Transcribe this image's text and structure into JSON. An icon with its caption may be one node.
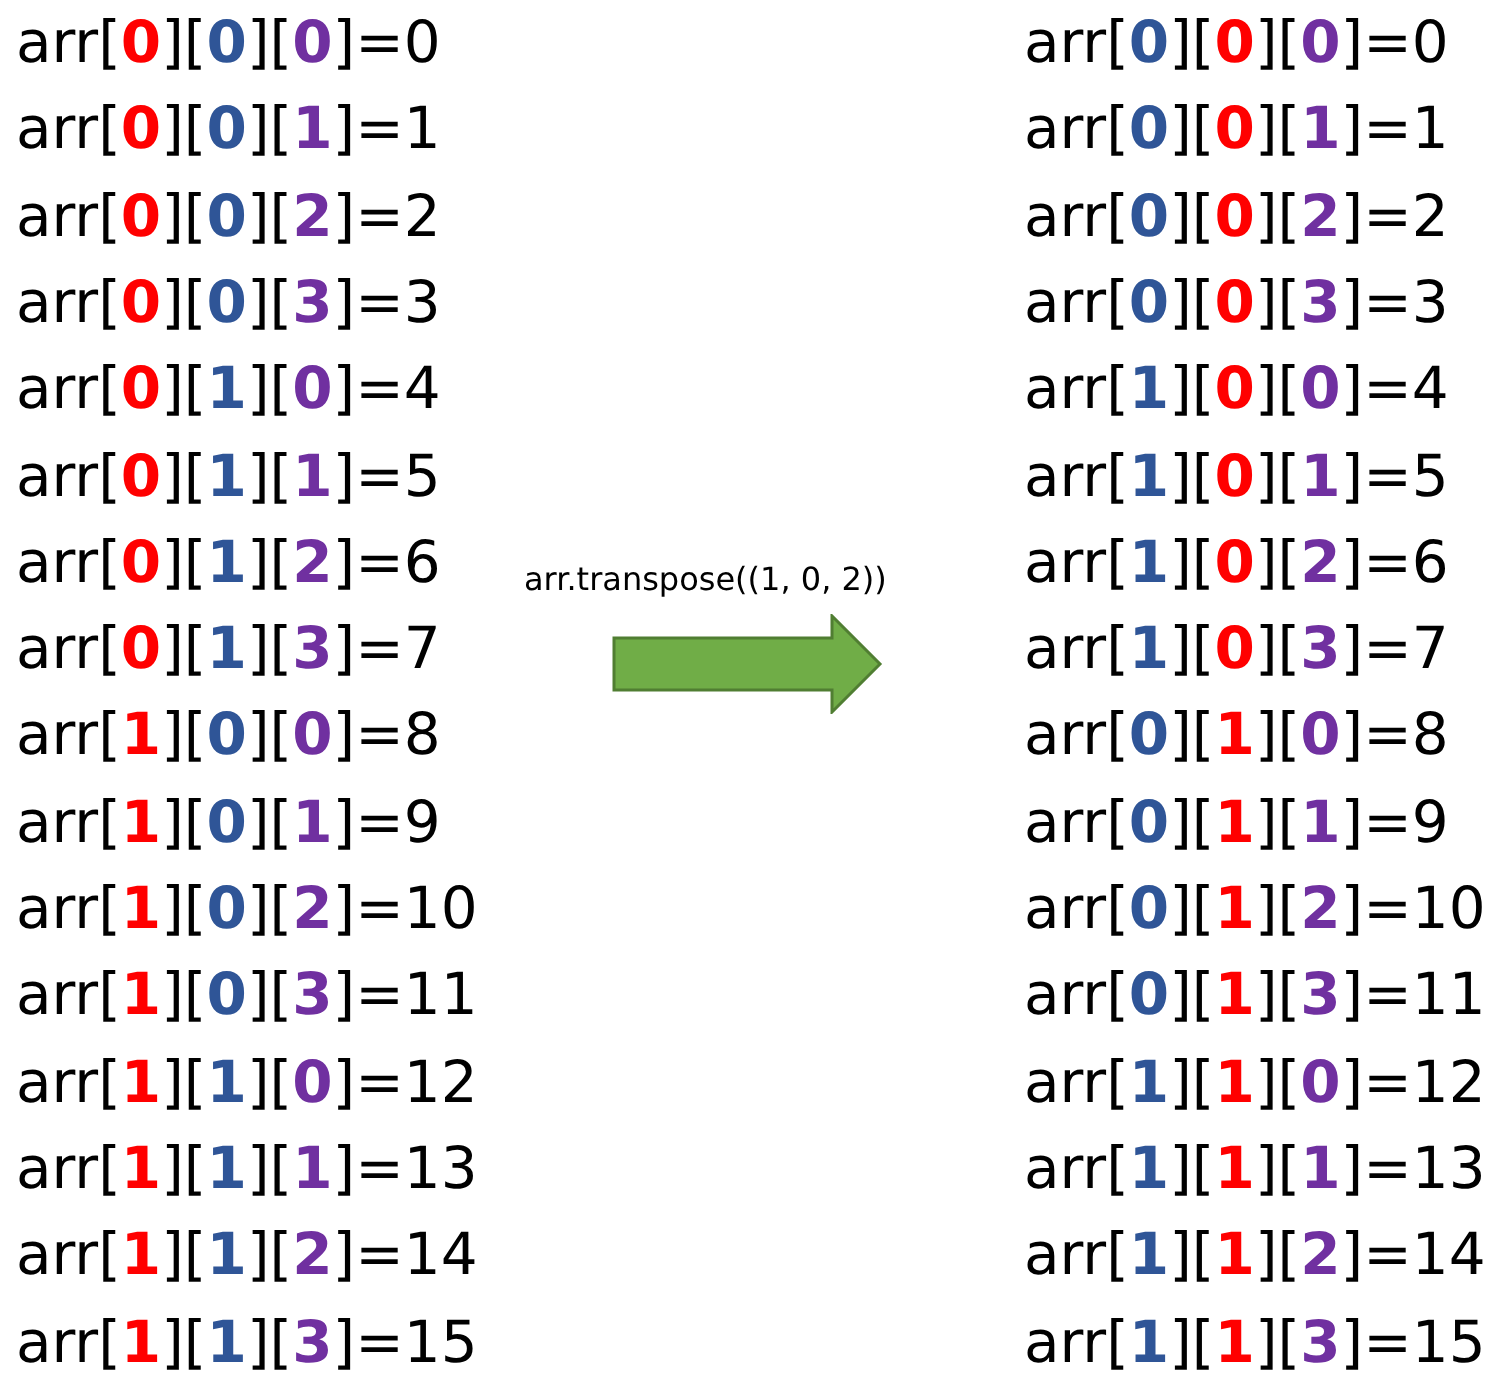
{
  "diagram": {
    "labels": [
      "arr[0][0][0]=0",
      "arr[0][0][1]=1",
      "arr[0][0][2]=2",
      "arr[0][0][3]=3",
      "arr[0][1][0]=4",
      "arr[0][1][1]=5",
      "arr[0][1][2]=6",
      "arr[0][1][3]=7",
      "arr[1][0][0]=8",
      "arr[1][0][1]=9",
      "arr[1][0][2]=10",
      "arr[1][0][3]=11",
      "arr[1][1][0]=12",
      "arr[1][1][1]=13",
      "arr[1][1][2]=14",
      "arr[1][1][3]=15",
      "arr.transpose((1, 0, 2))",
      "arr[0][0][0]=0",
      "arr[0][0][1]=1",
      "arr[0][0][2]=2",
      "arr[0][0][3]=3",
      "arr[1][0][0]=4",
      "arr[1][0][1]=5",
      "arr[1][0][2]=6",
      "arr[1][0][3]=7",
      "arr[0][1][0]=8",
      "arr[0][1][1]=9",
      "arr[0][1][2]=10",
      "arr[0][1][3]=11",
      "arr[1][1][0]=12",
      "arr[1][1][1]=13",
      "arr[1][1][2]=14",
      "arr[1][1][3]=15"
    ]
  }
}
